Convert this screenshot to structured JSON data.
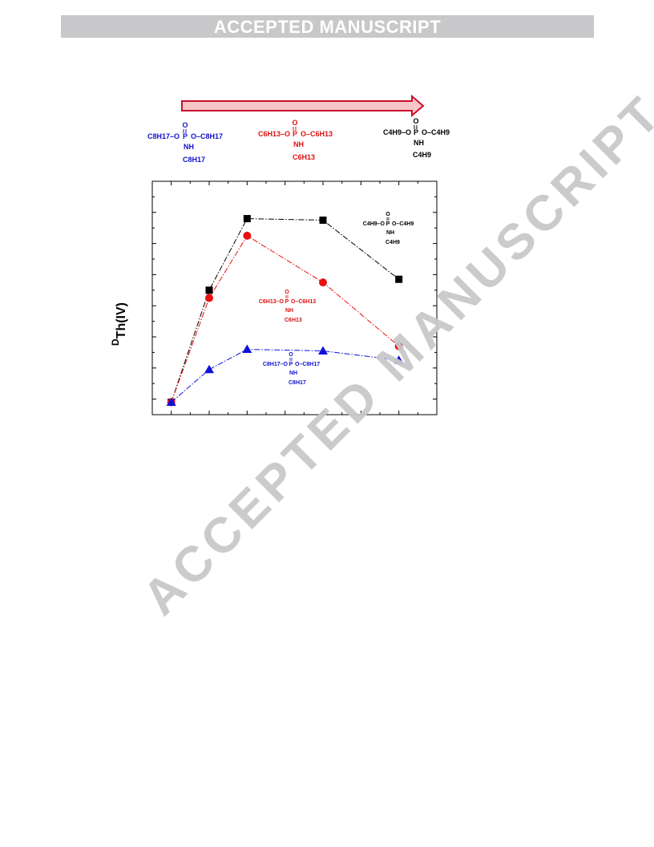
{
  "banner": {
    "text": "ACCEPTED MANUSCRIPT"
  },
  "watermark": {
    "text": "ACCEPTED MANUSCRIPT"
  },
  "arrow": {
    "fill": "#f7c6c6",
    "stroke": "#c8102e"
  },
  "structures_top": [
    {
      "color": "#1010cc",
      "O": "O",
      "P": "P",
      "NH": "NH",
      "left": "C8H17–O",
      "right": "O–C8H17",
      "bottom": "C8H17"
    },
    {
      "color": "#dd1111",
      "O": "O",
      "P": "P",
      "NH": "NH",
      "left": "C6H13–O",
      "right": "O–C6H13",
      "bottom": "C6H13"
    },
    {
      "color": "#000000",
      "O": "O",
      "P": "P",
      "NH": "NH",
      "left": "C4H9–O",
      "right": "O–C4H9",
      "bottom": "C4H9"
    }
  ],
  "structures_in_plot": [
    {
      "color": "#000000",
      "O": "O",
      "P": "P",
      "NH": "NH",
      "left": "C4H9–O",
      "right": "O–C4H9",
      "bottom": "C4H9"
    },
    {
      "color": "#dd1111",
      "O": "O",
      "P": "P",
      "NH": "NH",
      "left": "C6H13–O",
      "right": "O–C6H13",
      "bottom": "C6H13"
    },
    {
      "color": "#1010cc",
      "O": "O",
      "P": "P",
      "NH": "NH",
      "left": "C8H17–O",
      "right": "O–C8H17",
      "bottom": "C8H17"
    }
  ],
  "chart_data": {
    "type": "line",
    "ylabel_main": "D",
    "ylabel_sub": "Th(IV)",
    "xlim": [
      0.5,
      8
    ],
    "ylim": [
      0.5,
      8
    ],
    "x_major_ticks": [
      1,
      2,
      3,
      4,
      5,
      6,
      7,
      8
    ],
    "y_major_ticks": [
      1,
      2,
      3,
      4,
      5,
      6,
      7,
      8
    ],
    "grid": false,
    "series": [
      {
        "color": "#000000",
        "marker": "square",
        "x": [
          1,
          2,
          3,
          5,
          7
        ],
        "y": [
          0.9,
          4.5,
          6.8,
          6.75,
          4.85
        ]
      },
      {
        "color": "#e81010",
        "marker": "circle",
        "x": [
          1,
          2,
          3,
          5,
          7
        ],
        "y": [
          0.9,
          4.25,
          6.25,
          4.75,
          2.7
        ]
      },
      {
        "color": "#1010dd",
        "marker": "triangle",
        "x": [
          1,
          2,
          3,
          5,
          7
        ],
        "y": [
          0.9,
          1.95,
          2.6,
          2.55,
          2.25
        ]
      }
    ]
  }
}
